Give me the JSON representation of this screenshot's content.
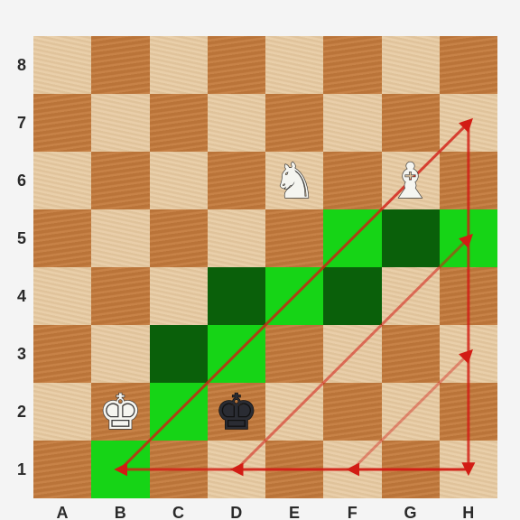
{
  "board": {
    "files": [
      "A",
      "B",
      "C",
      "D",
      "E",
      "F",
      "G",
      "H"
    ],
    "ranks": [
      "8",
      "7",
      "6",
      "5",
      "4",
      "3",
      "2",
      "1"
    ],
    "colors": {
      "light_square": "#e7c9a0",
      "dark_square": "#c47a3c",
      "highlight_light": "#16d416",
      "highlight_dark": "#0a600a",
      "arrow": "#d21c14"
    },
    "highlighted_squares": [
      "b1",
      "c2",
      "c3",
      "d3",
      "d4",
      "e4",
      "f4",
      "f5",
      "g5",
      "h5"
    ],
    "pieces": [
      {
        "square": "e6",
        "color": "white",
        "type": "knight",
        "icon": "white-knight-icon",
        "glyph": "♞"
      },
      {
        "square": "g6",
        "color": "white",
        "type": "bishop",
        "icon": "white-bishop-icon",
        "glyph": "♝"
      },
      {
        "square": "b2",
        "color": "white",
        "type": "king",
        "icon": "white-king-icon",
        "glyph": "♚"
      },
      {
        "square": "d2",
        "color": "black",
        "type": "king",
        "icon": "black-king-icon",
        "glyph": "♚"
      }
    ],
    "arrows": [
      {
        "name": "arrow-b1-h7",
        "from": "b1",
        "to": "h7",
        "opacity": 0.8
      },
      {
        "name": "arrow-h7-h1",
        "from": "h7",
        "to": "h1",
        "opacity": 0.8
      },
      {
        "name": "arrow-h1-b1",
        "from": "h1",
        "to": "b1",
        "opacity": 0.8
      },
      {
        "name": "arrow-d1-h5",
        "from": "d1",
        "to": "h5",
        "opacity": 0.55
      },
      {
        "name": "arrow-h1-d1",
        "from": "h1",
        "to": "d1",
        "opacity": 0.55
      },
      {
        "name": "arrow-f1-h3",
        "from": "f1",
        "to": "h3",
        "opacity": 0.4
      },
      {
        "name": "arrow-h1-f1",
        "from": "h1",
        "to": "f1",
        "opacity": 0.4
      }
    ]
  }
}
